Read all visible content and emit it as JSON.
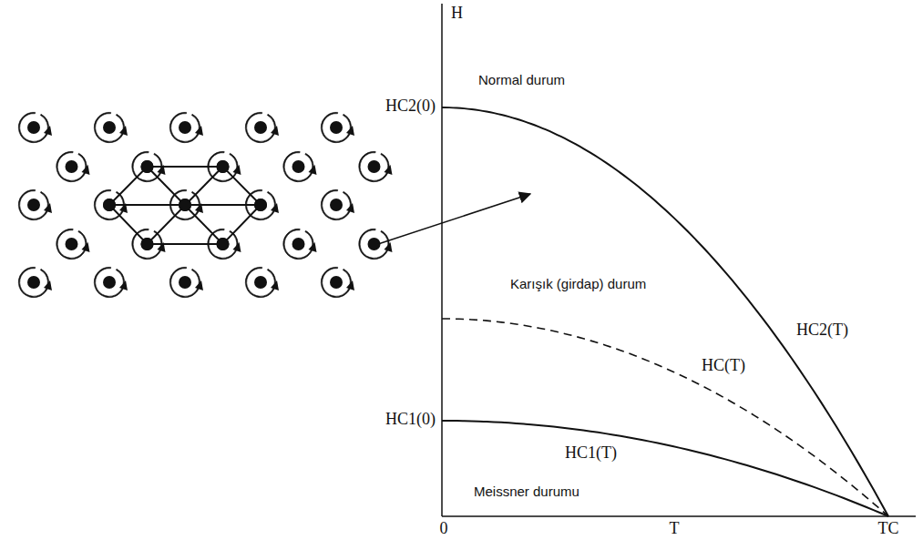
{
  "diagram": {
    "labels": [
      "H",
      "HC2(0)",
      "Normal durum",
      "HC2(T)",
      "Karışık (girdap) durum",
      "HC(T)",
      "HC1(0)",
      "HC1(T)",
      "Meissner durumu",
      "0",
      "T",
      "TC"
    ]
  }
}
